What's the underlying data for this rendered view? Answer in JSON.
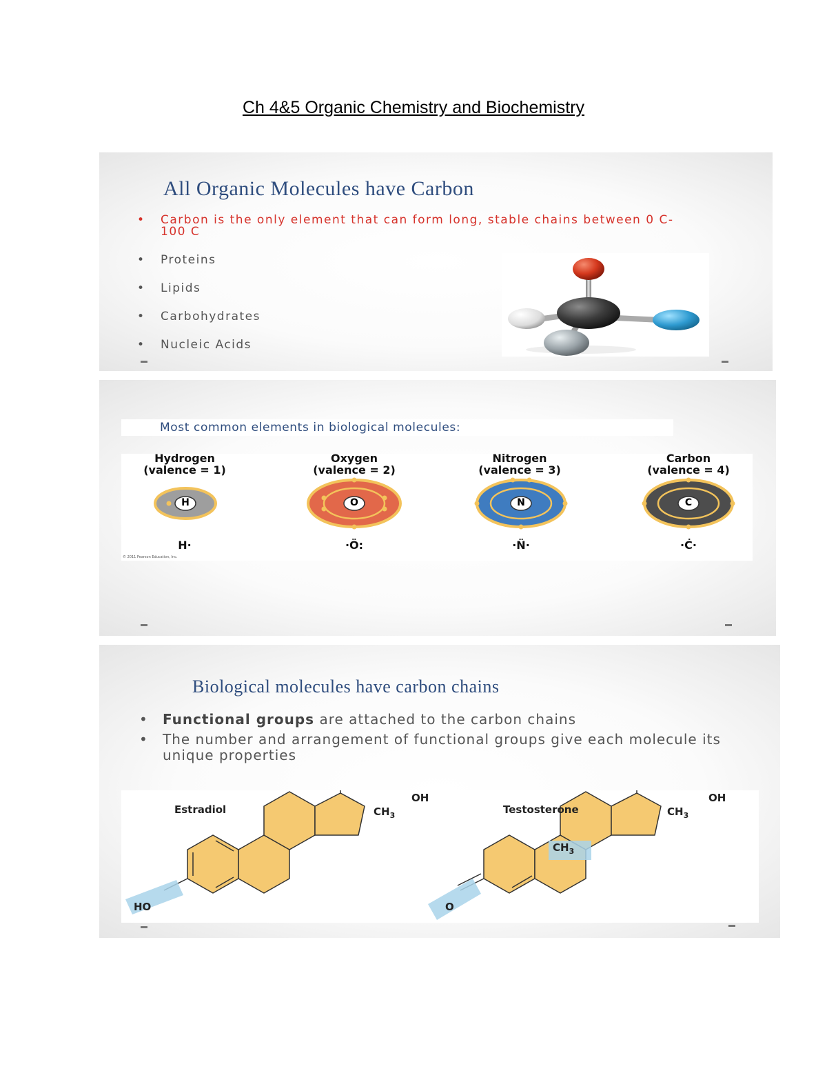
{
  "document_title": "Ch 4&5 Organic Chemistry and Biochemistry",
  "slide1": {
    "title": "All Organic Molecules have Carbon",
    "bullets": [
      "Carbon is the only element that can form long, stable chains between 0 C-100 C",
      "Proteins",
      "Lipids",
      "Carbohydrates",
      "Nucleic Acids"
    ],
    "highlight_color": "#d6332c",
    "molecule_image": "ball-and-stick-molecule"
  },
  "slide2": {
    "heading": "Most common elements in biological molecules:",
    "elements": [
      {
        "name": "Hydrogen",
        "valence": "(valence = 1)",
        "symbol": "H",
        "lewis": "H·",
        "color": "#9e9e9e"
      },
      {
        "name": "Oxygen",
        "valence": "(valence = 2)",
        "symbol": "O",
        "lewis": "·Ö:",
        "color": "#e2684a"
      },
      {
        "name": "Nitrogen",
        "valence": "(valence = 3)",
        "symbol": "N",
        "lewis": "·N̈·",
        "color": "#3f7cc0"
      },
      {
        "name": "Carbon",
        "valence": "(valence = 4)",
        "symbol": "C",
        "lewis": "·Ċ·",
        "color": "#4d4d4d"
      }
    ],
    "copyright": "© 2011 Pearson Education, Inc."
  },
  "slide3": {
    "title": "Biological molecules have carbon chains",
    "bullet1_bold": "Functional groups",
    "bullet1_rest": " are attached to the carbon chains",
    "bullet2": "The number and arrangement of functional groups give each molecule its unique properties",
    "estradiol": {
      "name": "Estradiol",
      "oh": "OH",
      "ch3": "CH",
      "ch3_sub": "3",
      "ho": "HO"
    },
    "testosterone": {
      "name": "Testosterone",
      "oh": "OH",
      "ch3": "CH",
      "ch3_sub": "3",
      "ch3b": "CH",
      "ch3b_sub": "3",
      "o": "O"
    },
    "ring_color": "#f5c971",
    "highlight_box_color": "#a9d3ea"
  }
}
